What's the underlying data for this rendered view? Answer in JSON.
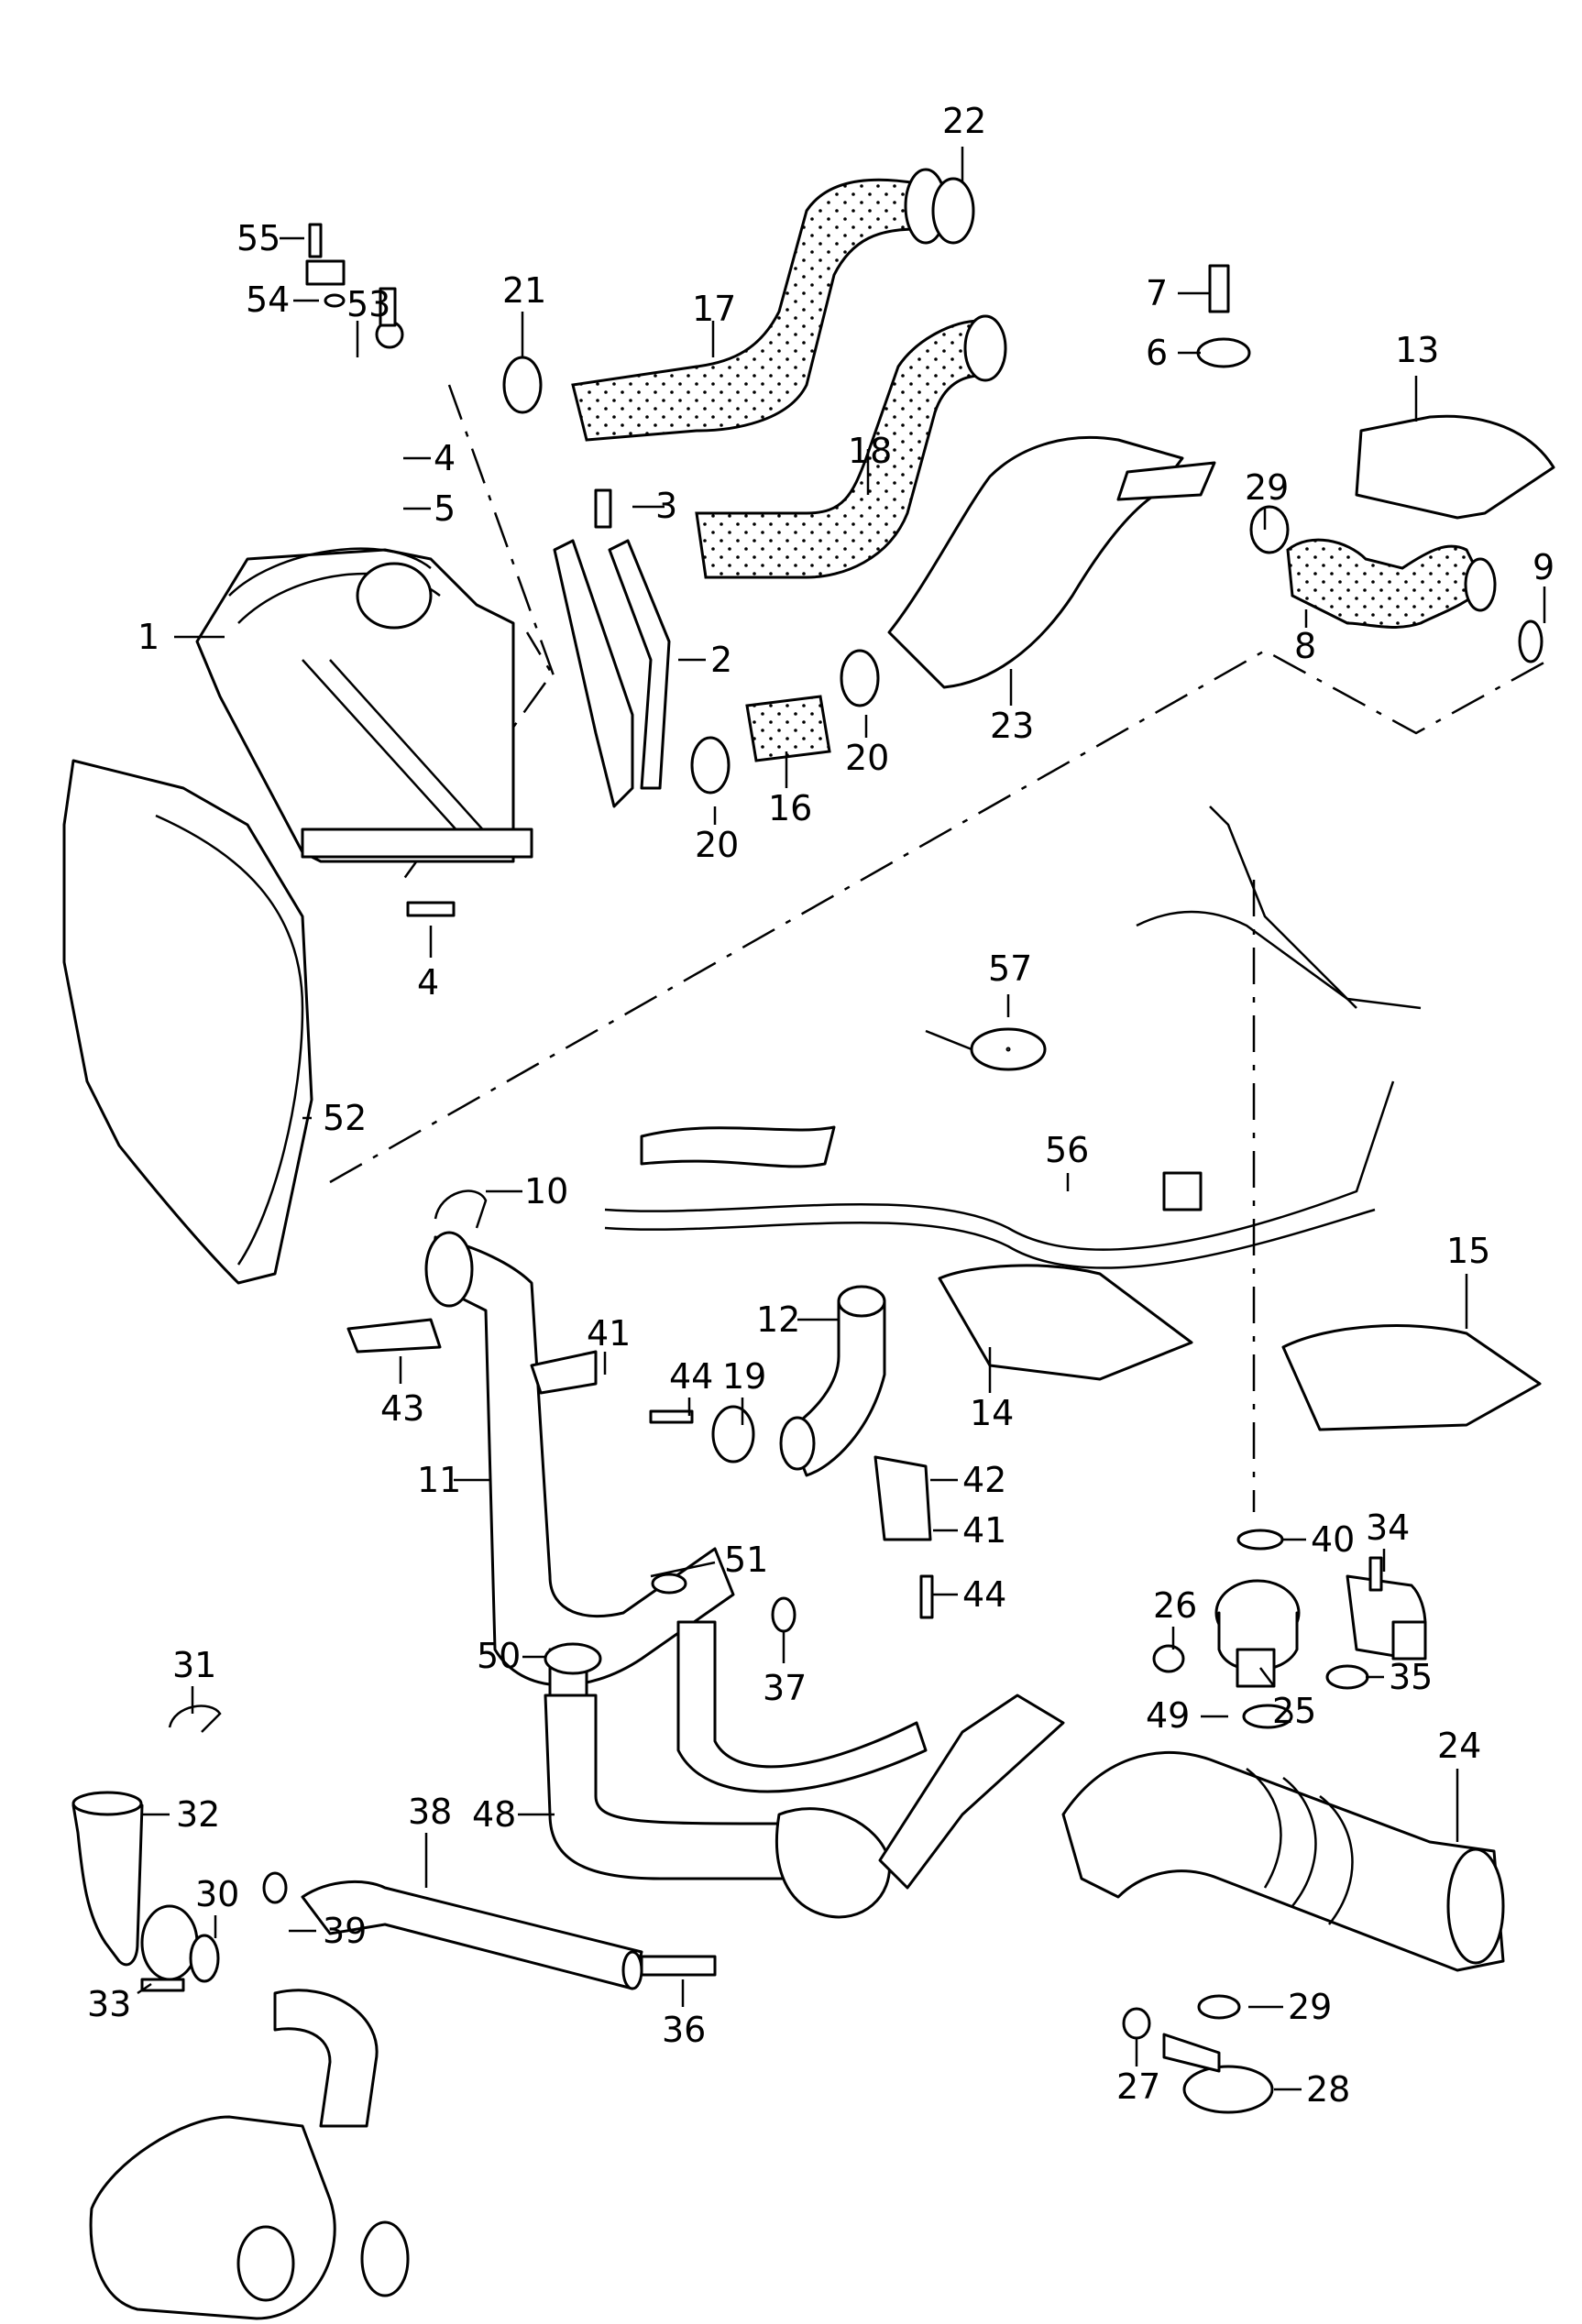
{
  "diagram": {
    "title": "Charge air system / intercooler hoses exploded parts diagram",
    "colors": {
      "line": "#000000",
      "background": "#ffffff"
    },
    "callouts": [
      {
        "id": "c1",
        "label": "1",
        "part": "intercooler"
      },
      {
        "id": "c2",
        "label": "2",
        "part": "bracket"
      },
      {
        "id": "c3",
        "label": "3",
        "part": "bolt"
      },
      {
        "id": "c4a",
        "label": "4",
        "part": "bolt"
      },
      {
        "id": "c4b",
        "label": "4",
        "part": "bolt"
      },
      {
        "id": "c5",
        "label": "5",
        "part": "rubber-mount"
      },
      {
        "id": "c6",
        "label": "6",
        "part": "grommet"
      },
      {
        "id": "c7",
        "label": "7",
        "part": "connector"
      },
      {
        "id": "c8",
        "label": "8",
        "part": "hose"
      },
      {
        "id": "c9",
        "label": "9",
        "part": "circlip"
      },
      {
        "id": "c10",
        "label": "10",
        "part": "retaining-clip"
      },
      {
        "id": "c11",
        "label": "11",
        "part": "charge-air-pipe"
      },
      {
        "id": "c12",
        "label": "12",
        "part": "hose"
      },
      {
        "id": "c13",
        "label": "13",
        "part": "heat-shield"
      },
      {
        "id": "c14",
        "label": "14",
        "part": "heat-shield"
      },
      {
        "id": "c15",
        "label": "15",
        "part": "heat-shield"
      },
      {
        "id": "c16",
        "label": "16",
        "part": "hose"
      },
      {
        "id": "c17",
        "label": "17",
        "part": "hose"
      },
      {
        "id": "c18",
        "label": "18",
        "part": "hose"
      },
      {
        "id": "c19",
        "label": "19",
        "part": "hose-clamp"
      },
      {
        "id": "c20a",
        "label": "20",
        "part": "hose-clamp"
      },
      {
        "id": "c20b",
        "label": "20",
        "part": "hose-clamp"
      },
      {
        "id": "c21",
        "label": "21",
        "part": "hose-clamp"
      },
      {
        "id": "c22",
        "label": "22",
        "part": "hose-clamp"
      },
      {
        "id": "c23",
        "label": "23",
        "part": "air-duct"
      },
      {
        "id": "c24",
        "label": "24",
        "part": "intake-hose"
      },
      {
        "id": "c25",
        "label": "25",
        "part": "diverter-valve"
      },
      {
        "id": "c26",
        "label": "26",
        "part": "hose-clamp"
      },
      {
        "id": "c27",
        "label": "27",
        "part": "hose-clamp"
      },
      {
        "id": "c28",
        "label": "28",
        "part": "pressure-regulating-valve"
      },
      {
        "id": "c29a",
        "label": "29",
        "part": "hose-clamp"
      },
      {
        "id": "c29b",
        "label": "29",
        "part": "hose-clamp"
      },
      {
        "id": "c30",
        "label": "30",
        "part": "o-ring"
      },
      {
        "id": "c31",
        "label": "31",
        "part": "retaining-clip"
      },
      {
        "id": "c32",
        "label": "32",
        "part": "connecting-pipe"
      },
      {
        "id": "c33",
        "label": "33",
        "part": "bolt"
      },
      {
        "id": "c34",
        "label": "34",
        "part": "solenoid-valve"
      },
      {
        "id": "c35",
        "label": "35",
        "part": "hose-clamp"
      },
      {
        "id": "c36",
        "label": "36",
        "part": "connector"
      },
      {
        "id": "c37",
        "label": "37",
        "part": "hose-clamp"
      },
      {
        "id": "c38",
        "label": "38",
        "part": "hose"
      },
      {
        "id": "c39",
        "label": "39",
        "part": "hose-clamp"
      },
      {
        "id": "c40",
        "label": "40",
        "part": "hose-clamp"
      },
      {
        "id": "c41a",
        "label": "41",
        "part": "clip"
      },
      {
        "id": "c41b",
        "label": "41",
        "part": "clip"
      },
      {
        "id": "c42",
        "label": "42",
        "part": "bracket"
      },
      {
        "id": "c43",
        "label": "43",
        "part": "bracket"
      },
      {
        "id": "c44a",
        "label": "44",
        "part": "bolt"
      },
      {
        "id": "c44b",
        "label": "44",
        "part": "bolt"
      },
      {
        "id": "c48",
        "label": "48",
        "part": "hose"
      },
      {
        "id": "c49",
        "label": "49",
        "part": "hose-clamp"
      },
      {
        "id": "c50",
        "label": "50",
        "part": "hose-clamp"
      },
      {
        "id": "c51",
        "label": "51",
        "part": "hose-clamp"
      },
      {
        "id": "c52",
        "label": "52",
        "part": "air-guide"
      },
      {
        "id": "c53",
        "label": "53",
        "part": "sender"
      },
      {
        "id": "c54",
        "label": "54",
        "part": "o-ring"
      },
      {
        "id": "c55",
        "label": "55",
        "part": "bolt"
      },
      {
        "id": "c56",
        "label": "56",
        "part": "vacuum-line"
      },
      {
        "id": "c57",
        "label": "57",
        "part": "cable-tie"
      }
    ]
  }
}
